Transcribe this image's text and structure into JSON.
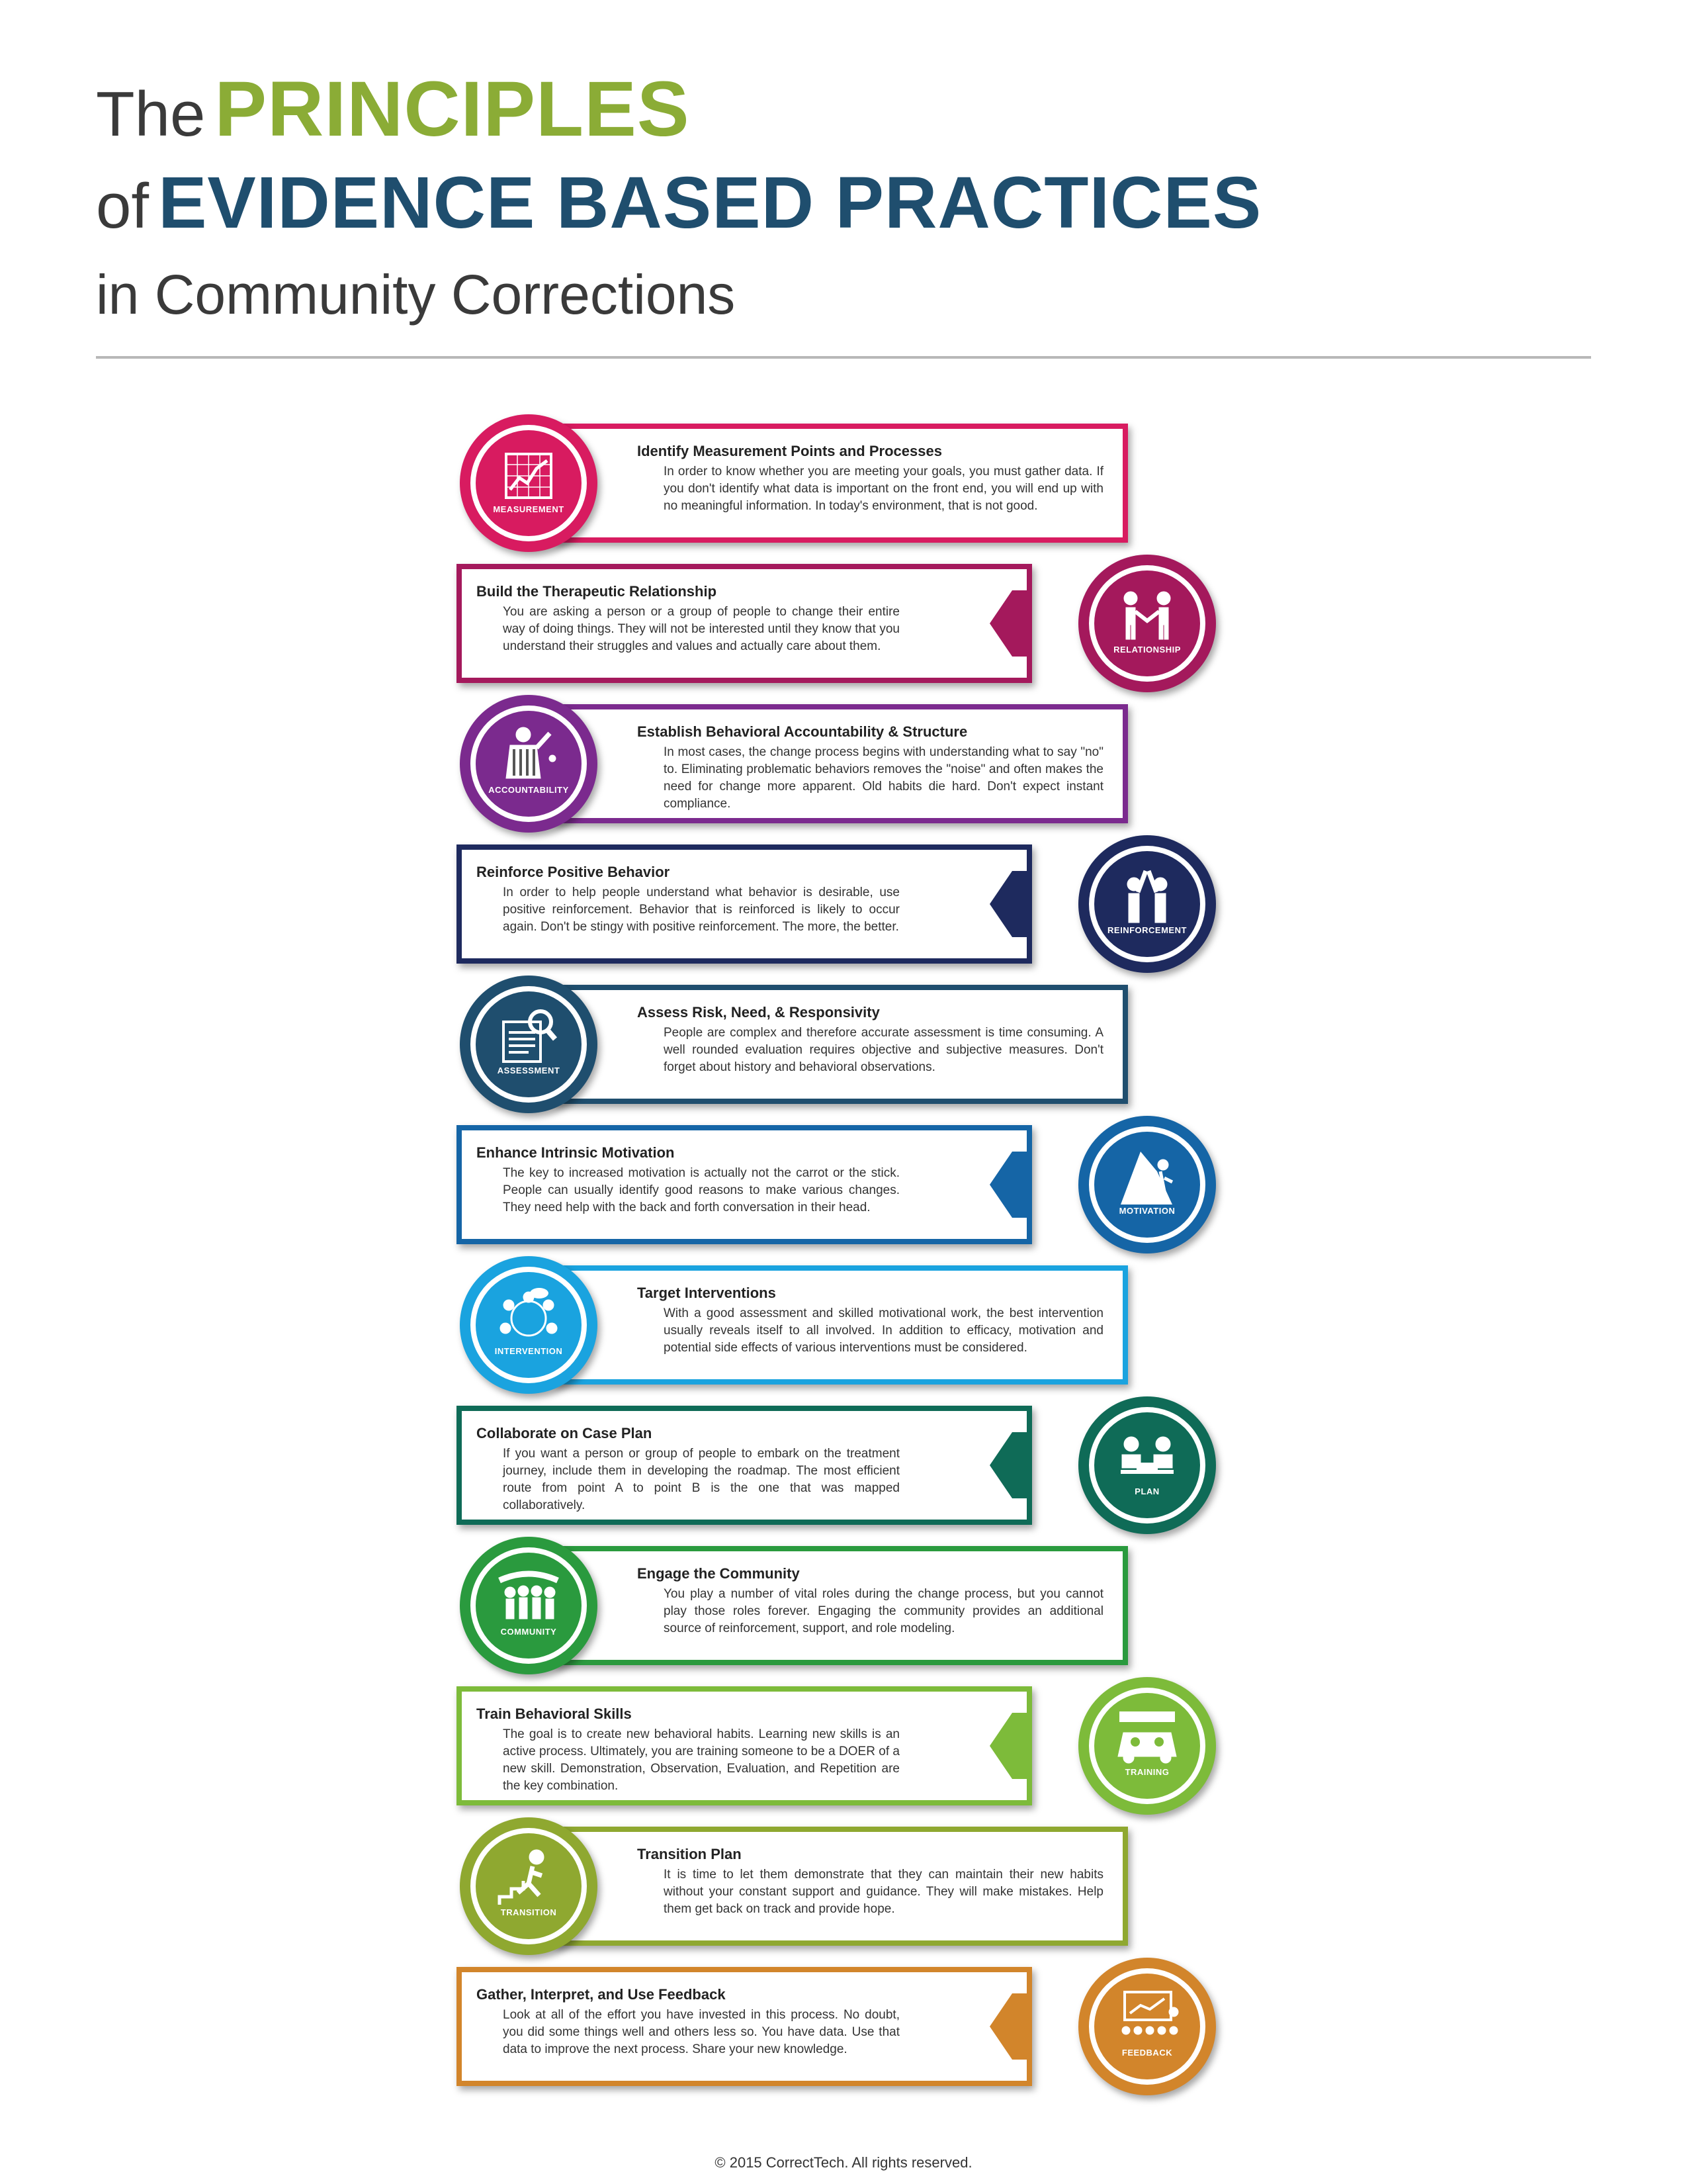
{
  "title": {
    "the": "The",
    "principles": "PRINCIPLES",
    "of": "of",
    "ebp": "EVIDENCE BASED PRACTICES",
    "sub": "in Community Corrections"
  },
  "steps": [
    {
      "heading": "Identify Measurement Points and Processes",
      "body": "In order to know whether you are meeting your goals, you must gather data.  If you don't identify what data is important on the front end, you will end up with no meaningful information. In today's environment, that is not good.",
      "label": "MEASUREMENT",
      "color": "#d81b60",
      "icon": "chart-icon"
    },
    {
      "heading": "Build the Therapeutic Relationship",
      "body": "You are asking a person or a group of people to change their entire way of doing things. They will not be interested until they know that you understand their struggles and values and actually care about them.",
      "label": "RELATIONSHIP",
      "color": "#a4195c",
      "icon": "handshake-icon"
    },
    {
      "heading": "Establish Behavioral Accountability & Structure",
      "body": "In most cases, the change process begins with understanding what to say \"no\" to. Eliminating problematic behaviors removes the \"noise\" and often makes the need for change more apparent. Old habits die hard. Don't expect instant compliance.",
      "label": "ACCOUNTABILITY",
      "color": "#7b2a8e",
      "icon": "referee-icon"
    },
    {
      "heading": "Reinforce Positive Behavior",
      "body": "In order to help people understand what behavior is desirable, use positive reinforcement.  Behavior that is reinforced is likely to occur again. Don't be stingy with positive reinforcement. The more, the better.",
      "label": "REINFORCEMENT",
      "color": "#1e2a5e",
      "icon": "high-five-icon"
    },
    {
      "heading": "Assess Risk, Need, & Responsivity",
      "body": "People are complex and therefore accurate assessment is time consuming. A well rounded evaluation requires objective and subjective measures. Don't forget about history and behavioral observations.",
      "label": "ASSESSMENT",
      "color": "#1f4e6e",
      "icon": "magnifier-document-icon"
    },
    {
      "heading": "Enhance Intrinsic Motivation",
      "body": "The key to increased motivation is actually not the carrot or the stick. People can usually identify good reasons to make various changes. They need help with the back and forth conversation in their head.",
      "label": "MOTIVATION",
      "color": "#1565a6",
      "icon": "climber-icon"
    },
    {
      "heading": "Target Interventions",
      "body": "With a good assessment and skilled motivational work, the best intervention usually reveals itself to all involved. In addition to efficacy, motivation and potential side effects of various interventions must be considered.",
      "label": "INTERVENTION",
      "color": "#1aa3df",
      "icon": "group-circle-icon"
    },
    {
      "heading": "Collaborate on Case Plan",
      "body": "If you want a person or group of people to embark on the treatment journey, include them in developing the roadmap. The most efficient route from point A to point B is the one that was mapped collaboratively.",
      "label": "PLAN",
      "color": "#0f6b57",
      "icon": "planning-icon"
    },
    {
      "heading": "Engage the Community",
      "body": "You play a number of vital roles during the change process, but you cannot play those roles forever. Engaging the community provides an additional source of reinforcement, support, and role modeling.",
      "label": "COMMUNITY",
      "color": "#2a9a3e",
      "icon": "welcome-crowd-icon"
    },
    {
      "heading": "Train Behavioral Skills",
      "body": "The goal is to create new behavioral habits. Learning new skills is an active process. Ultimately, you are training someone to be a DOER of a new skill. Demonstration, Observation, Evaluation, and Repetition are the key combination.",
      "label": "TRAINING",
      "color": "#7dbb3a",
      "icon": "student-driver-icon"
    },
    {
      "heading": "Transition Plan",
      "body": "It is time to let them demonstrate that they can maintain their new habits without your constant support and guidance. They will make mistakes. Help them get back on track and provide hope.",
      "label": "TRANSITION",
      "color": "#8fa830",
      "icon": "stairs-icon"
    },
    {
      "heading": "Gather, Interpret, and Use Feedback",
      "body": "Look at all of the effort you have invested in this process. No doubt, you did some things well and others less so. You have data. Use that data to improve the next process. Share your new knowledge.",
      "label": "FEEDBACK",
      "color": "#d2852b",
      "icon": "presentation-icon"
    }
  ],
  "footer": "© 2015 CorrectTech. All rights reserved."
}
